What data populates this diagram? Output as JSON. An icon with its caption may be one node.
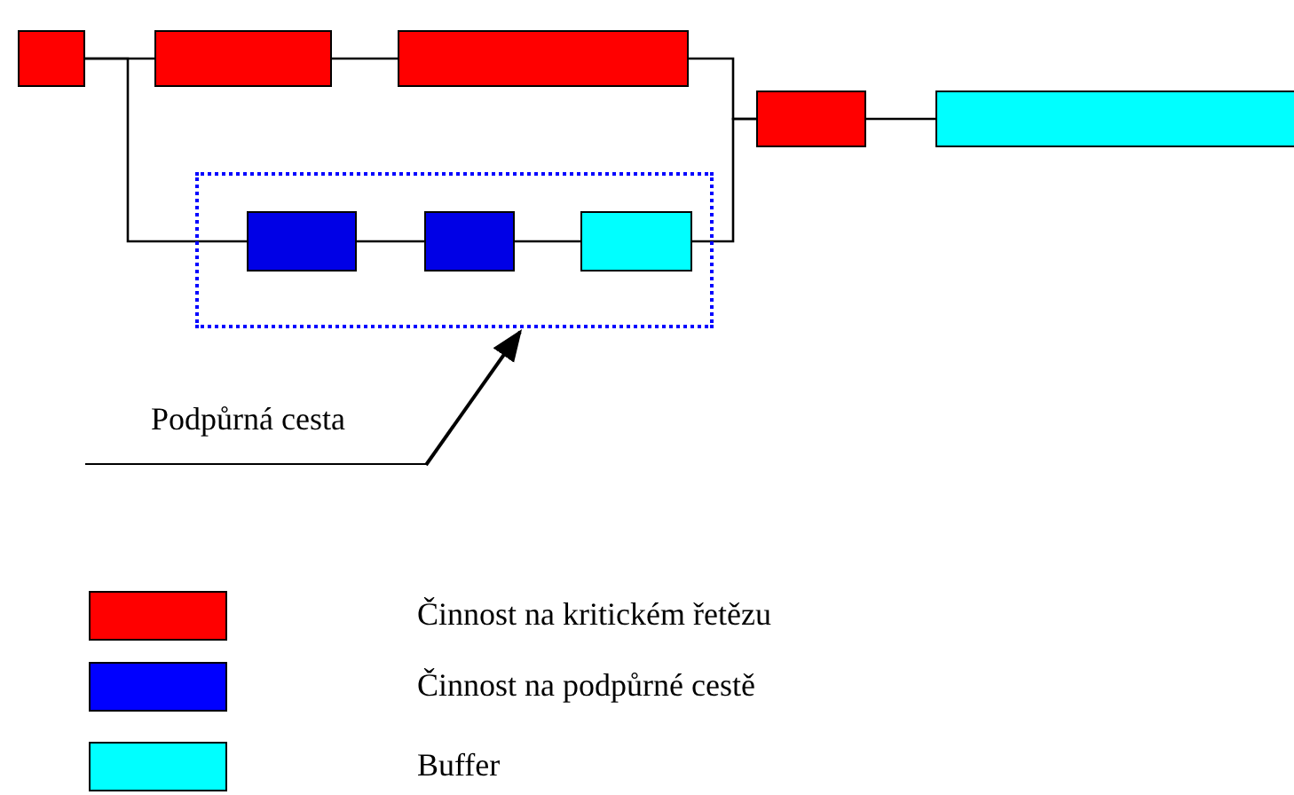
{
  "diagram": {
    "nodes": [
      {
        "text": [],
        "shape": "box"
      },
      {
        "text": [],
        "shape": "box"
      },
      {
        "text": [],
        "shape": "box"
      },
      {
        "text": [],
        "shape": "box"
      },
      {
        "text": [],
        "shape": "box"
      },
      {
        "text": [],
        "shape": "box"
      },
      {
        "text": [],
        "shape": "box",
        "in": 5
      },
      {
        "text": [],
        "shape": "box",
        "in": 5
      },
      {
        "text": [],
        "shape": "box",
        "in": 5
      },
      {
        "text": [
          "Podpůrná cesta"
        ]
      }
    ],
    "edges": [
      {
        "from": 0,
        "to": 1,
        "arrow": "none"
      },
      {
        "from": 0,
        "to": 6,
        "arrow": "none"
      },
      {
        "from": 1,
        "to": 2,
        "arrow": "none"
      },
      {
        "from": 2,
        "to": 3,
        "arrow": "none"
      },
      {
        "from": 8,
        "to": 3,
        "arrow": "none"
      },
      {
        "from": 6,
        "to": 7,
        "arrow": "none"
      },
      {
        "from": 7,
        "to": 8,
        "arrow": "none"
      },
      {
        "from": 3,
        "to": 4,
        "arrow": "none"
      },
      {
        "from": 9,
        "to": 5,
        "arrow": "to"
      }
    ],
    "legend": [
      {
        "text": "Činnost na kritickém řetězu",
        "color": "#ff0000"
      },
      {
        "text": "Činnost na podpůrné cestě",
        "color": "#0000ff"
      },
      {
        "text": "Buffer",
        "color": "#00ffff"
      }
    ]
  }
}
